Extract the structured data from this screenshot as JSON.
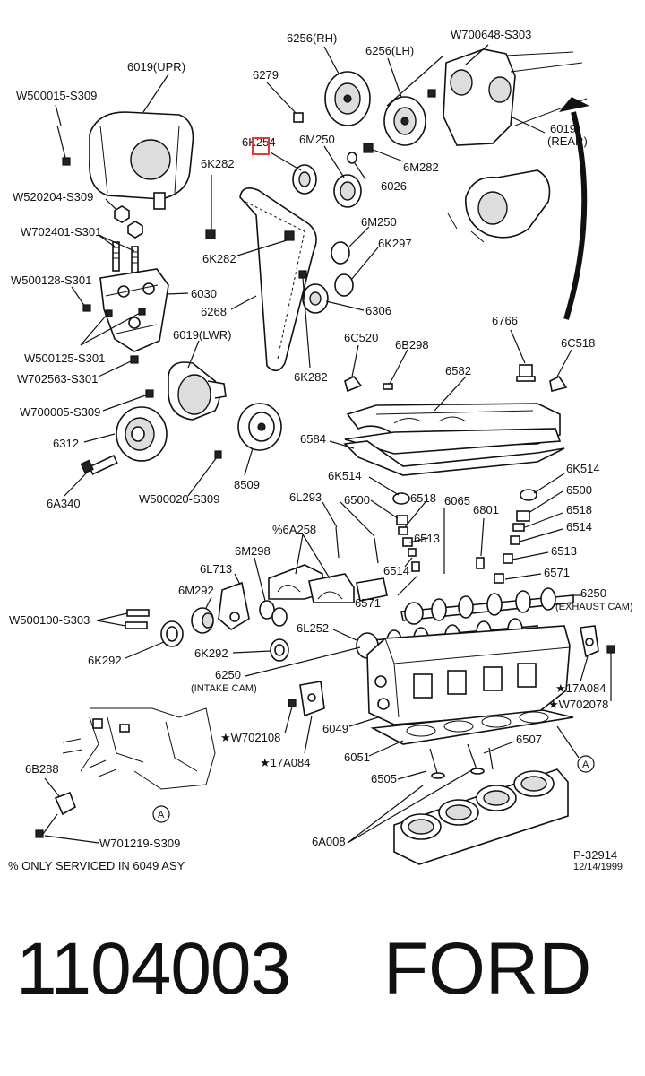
{
  "diagram": {
    "labels": {
      "l_6256rh": "6256(RH)",
      "l_6256lh": "6256(LH)",
      "l_w700648": "W700648-S303",
      "l_6019upr": "6019(UPR)",
      "l_6279": "6279",
      "l_w500015": "W500015-S309",
      "l_6k254": "6K254",
      "l_6m250a": "6M250",
      "l_6019rear_a": "6019",
      "l_6019rear_b": "(REAR)",
      "l_6m282": "6M282",
      "l_6k282a": "6K282",
      "l_6026": "6026",
      "l_w520204": "W520204-S309",
      "l_w702401": "W702401-S301",
      "l_6m250b": "6M250",
      "l_6k297": "6K297",
      "l_6k282b": "6K282",
      "l_w500128": "W500128-S301",
      "l_6030": "6030",
      "l_6268": "6268",
      "l_6306": "6306",
      "l_6766": "6766",
      "l_6c520": "6C520",
      "l_6b298": "6B298",
      "l_6c518": "6C518",
      "l_6019lwr": "6019(LWR)",
      "l_w500125": "W500125-S301",
      "l_w702563": "W702563-S301",
      "l_6582": "6582",
      "l_6k282c": "6K282",
      "l_w700005": "W700005-S309",
      "l_6312": "6312",
      "l_6584": "6584",
      "l_6a340": "6A340",
      "l_8509": "8509",
      "l_w500020": "W500020-S309",
      "l_6k514a": "6K514",
      "l_6k514b": "6K514",
      "l_6500a": "6500",
      "l_6500b": "6500",
      "l_6l293": "6L293",
      "l_6518a": "6518",
      "l_6065": "6065",
      "l_6801": "6801",
      "l_6518b": "6518",
      "l_6514b": "6514",
      "l_6a258": "%6A258",
      "l_6513a": "6513",
      "l_6513b": "6513",
      "l_6m298": "6M298",
      "l_6514a": "6514",
      "l_6571b": "6571",
      "l_6l713": "6L713",
      "l_6571a": "6571",
      "l_6250ex_a": "6250",
      "l_6250ex_b": "(EXHAUST CAM)",
      "l_6m292": "6M292",
      "l_w500100": "W500100-S303",
      "l_6l252": "6L252",
      "l_6k292a": "6K292",
      "l_6k292b": "6K292",
      "l_6250in_a": "6250",
      "l_6250in_b": "(INTAKE CAM)",
      "l_17a084a": "★17A084",
      "l_w702078": "★W702078",
      "l_w702108": "★W702108",
      "l_6049": "6049",
      "l_17a084b": "★17A084",
      "l_6507": "6507",
      "l_6051": "6051",
      "l_6b288": "6B288",
      "l_6505": "6505",
      "l_callout_a1": "A",
      "l_callout_a2": "A",
      "l_w701219": "W701219-S309",
      "l_6a008": "6A008",
      "l_p32914": "P-32914",
      "l_date": "12/14/1999",
      "l_footnote": "% ONLY SERVICED IN 6049 ASY"
    }
  },
  "caption": {
    "part_number": "1104003",
    "brand": "FORD"
  },
  "colors": {
    "line": "#111111",
    "highlight": "#e53935",
    "background": "#ffffff"
  }
}
